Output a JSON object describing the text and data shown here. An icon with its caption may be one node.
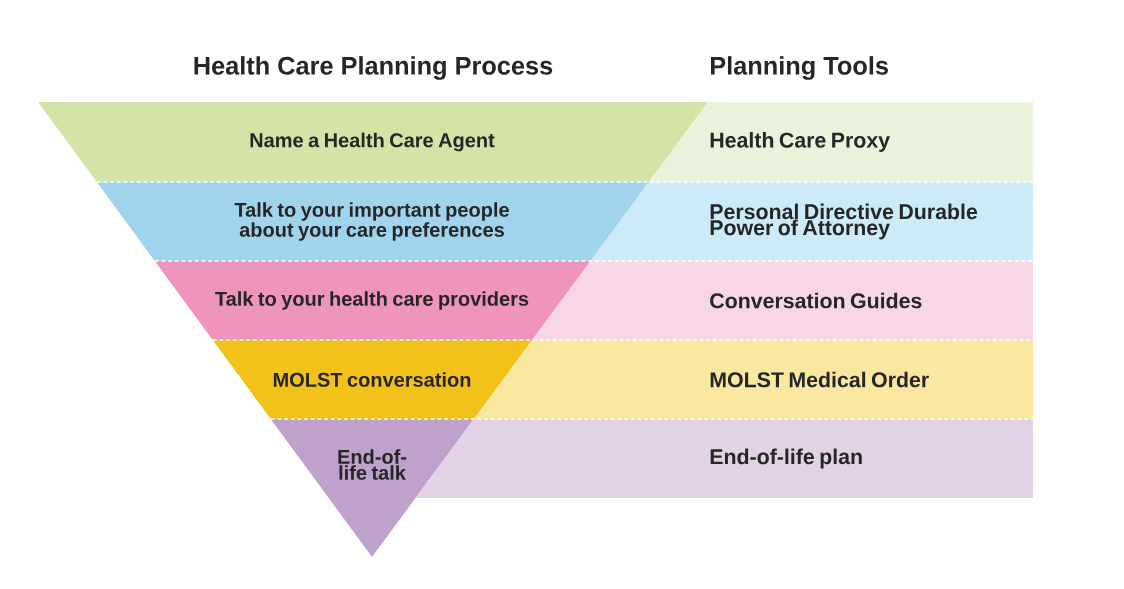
{
  "diagram": {
    "nodes": [
      {
        "text": [
          "Name a Health Care Agent"
        ]
      },
      {
        "text": [
          "Health Care Proxy"
        ]
      },
      {
        "text": [
          "Talk to your important people about your care preferences"
        ]
      },
      {
        "text": [
          "Personal Directive Durable Power of Attorney"
        ]
      },
      {
        "text": [
          "Talk to your health care providers"
        ]
      },
      {
        "text": [
          "Conversation Guides"
        ]
      },
      {
        "text": [
          "MOLST conversation"
        ]
      },
      {
        "text": [
          "MOLST Medical Order"
        ]
      },
      {
        "text": [
          "End-of-life talk"
        ]
      },
      {
        "text": [
          "End-of-life plan"
        ]
      }
    ],
    "labels": [
      "Health Care Planning Process",
      "Planning Tools"
    ]
  }
}
